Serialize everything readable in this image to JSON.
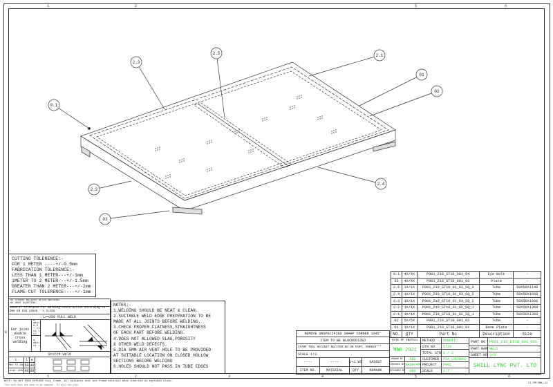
{
  "border": {
    "top_zones": [
      "1",
      "2",
      "5",
      "6"
    ],
    "bottom_zones": [
      "1",
      "2",
      "3",
      "4",
      "5",
      "6"
    ],
    "side_zones": [
      "B"
    ]
  },
  "balloons": [
    "0.1",
    "2.3",
    "2.5",
    "2.1",
    "01",
    "02",
    "2.2",
    "2.4",
    "03"
  ],
  "tolerance": {
    "lines": [
      "CUTTING TOLERENCE:-",
      "FOR 1 METER ----+/-0.5mm",
      "FABRICATION TOLERENCE:-",
      "LESS THAN 1 METER---+/-1mm",
      "1METER TO 2 METER---+/-1.5mm",
      "GREATER THAN 2 METER---+/-2mm",
      "FLAME CUT TOLERENCE----+/-1mm"
    ]
  },
  "weld": {
    "header": [
      "01 STRESS RELIEVE AFTER WELDING.",
      "02 SHOT BLASTING."
    ],
    "general": "General tolerance for welding construction according to DNS EN ISO 13920 - A CLASS",
    "full_weld": "L>=200 FULL WELD",
    "joint_text": "For joint double cross welding",
    "cond1": "a min= 0.5 * t1 t1 < t2",
    "cond2": "a min=t1 t1 < 6",
    "stitch": "Stitch Weld",
    "table": {
      "headers": [
        "L",
        "l",
        "e"
      ],
      "rows": [
        [
          "200 TO 400",
          "50",
          "40"
        ],
        [
          "Over 400",
          "60",
          "80"
        ]
      ]
    }
  },
  "notes": {
    "lines": [
      "NOTES:-",
      "1.WELDING SHOULD BE NEAT & CLEAN.",
      "2.SUITABLE WELD EDGE PREPERATION TO BE",
      "MADE AT ALL JOINTS BEFORE WELDING.",
      "3.CHECK PROPER FLATNESS,STRAIGHTNESS",
      "OF EACH PART BEFORE WELDING.",
      "4.DOES NOT ALLOWED SLAG,POROSITY",
      "& OTHER WELD DEFECTS.",
      "5.DIA 5MM AIR VENT HOLE TO BE PROVIDED",
      "AT SUITABLE LOCATION ON CLOSED HOLLOW",
      "SECTIONS BEFORE WELDING",
      "6.HOLES SHOULD NOT PASS IN TUBE EDGES"
    ]
  },
  "bom": {
    "rows": [
      [
        "0.1",
        "4X/4X",
        "P001_Z10_ST10_001_04",
        "Eye Bolt",
        "-"
      ],
      [
        "03",
        "4X/4X",
        "P001_Z10_ST10_001_03",
        "Plate",
        "-"
      ],
      [
        "2.5",
        "1X/1X",
        "P001_Z10_ST10_01_03_SQ_3",
        "Tube",
        "50X50X1140"
      ],
      [
        "2.4",
        "1X/1X",
        "P001_Z10_ST10_01_03_SQ_2",
        "Tube",
        "50X50X1660"
      ],
      [
        "2.3",
        "1X/1X",
        "P001_Z10_ST10_01_03_SQ_2",
        "Tube",
        "50X50X1660"
      ],
      [
        "2.2",
        "1X/1X",
        "P001_Z10_ST10_01_02_SQ_1",
        "Tube",
        "50X50X1360"
      ],
      [
        "2.1",
        "1X/1X",
        "P001_Z10_ST10_01_02_SQ_1",
        "Tube",
        "50X50X1360"
      ],
      [
        "02",
        "5X/5X",
        "P001_Z10_ST10_001_02",
        "Tube",
        "-"
      ],
      [
        "01",
        "1X/1X",
        "P001_Z10_ST10_001_01",
        "Base Plate",
        "-"
      ]
    ],
    "headers": [
      "NO.",
      "QTY",
      "Part No",
      "Description",
      "Size"
    ]
  },
  "title_block": {
    "remove": "REMOVE UNSPECIFIED SHARP CORNER 1X45°",
    "blackodized": "ITEM TO BE BLACKODIZED",
    "stamp": "STAMP TOOL NO/UNIT NO/ITEM NO ON PART, MARKED***",
    "scale": "SCALE 1:3",
    "dash1": "----",
    "dash2": "----",
    "qty_val": "1+1 WI",
    "remark_val": "GASOUT",
    "item_no": "ITEM NO.",
    "material": "MATERIAL",
    "qty": "QTY",
    "remark": "REMARK",
    "date_label": "DATE OF INSTALL",
    "date": "MAR 2021",
    "drawn_label": "DRAWN BY",
    "drawn": "ABU",
    "checked_label": "CHECKED BY",
    "checked": "KASHYAP",
    "designed_label": "DESIGNED BY",
    "designed": "ABU",
    "method_label": "METHOD",
    "method": "ROBOTIC",
    "stn_label": "STN NO",
    "stn": "ST10",
    "total_label": "TOTAL STN",
    "total": "1 / 2",
    "customer_label": "CUSTOMER",
    "customer": "PSA_CHENNAI",
    "project_label": "PROJECT",
    "project": "P001",
    "scale_label": "SCALE",
    "scale_val": "1:7",
    "partno_label": "PART NO",
    "partno": "P001_Z10_ST10_001_001",
    "partname_label": "PART NAME",
    "partname": "WELD",
    "sheet_label": "SHEET NO",
    "sheet": "3/9",
    "company": "SKILL LYNC PVT. LTD"
  },
  "footer": {
    "note": "NOTE: Do NOT EVER EXPLODE this frame. All editable text are frame entities when inserted as exploded block.",
    "note2": "This note does not have to be removed - it will not plot",
    "code": "CI_FMT/RBU-13"
  },
  "colors": {
    "accent": "#2fd12f",
    "line": "#333333"
  }
}
